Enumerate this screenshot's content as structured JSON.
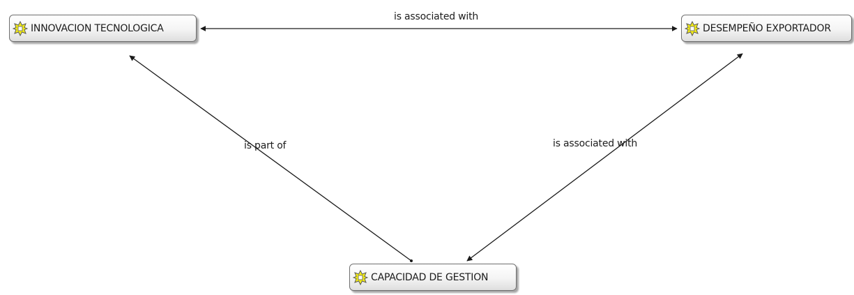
{
  "nodes": {
    "innovacion": {
      "label": "INNOVACION TECNOLOGICA",
      "icon": "concept-icon"
    },
    "desempeno": {
      "label": "DESEMPEÑO EXPORTADOR",
      "icon": "concept-icon"
    },
    "capacidad": {
      "label": "CAPACIDAD DE GESTION",
      "icon": "concept-icon"
    }
  },
  "relations": [
    {
      "from": "innovacion",
      "to": "desempeno",
      "label": "is associated with",
      "arrows": "both"
    },
    {
      "from": "capacidad",
      "to": "innovacion",
      "label": "is part of",
      "arrows": "to"
    },
    {
      "from": "desempeno",
      "to": "capacidad",
      "label": "is associated with",
      "arrows": "both"
    }
  ],
  "colors": {
    "line": "#1a1a1a",
    "icon_fill": "#f3ec19",
    "icon_stroke": "#5a5a5a"
  }
}
